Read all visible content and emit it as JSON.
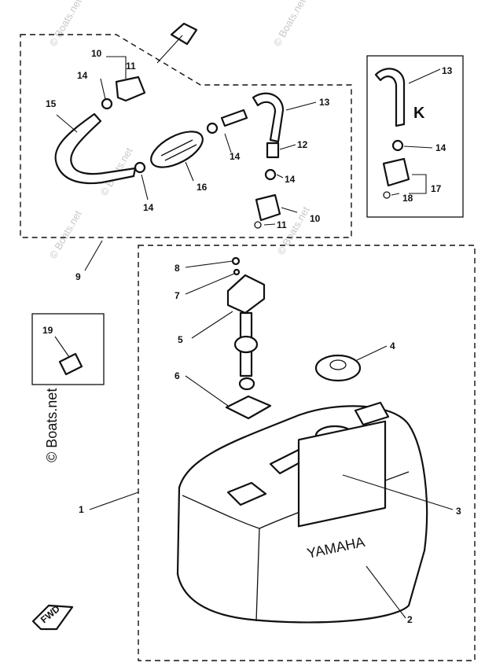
{
  "callouts": {
    "c1": "1",
    "c2": "2",
    "c3": "3",
    "c4": "4",
    "c5": "5",
    "c6": "6",
    "c7": "7",
    "c8": "8",
    "c9": "9",
    "c10a": "10",
    "c10b": "10",
    "c11a": "11",
    "c11b": "11",
    "c12": "12",
    "c13a": "13",
    "c13b": "13",
    "c14a": "14",
    "c14b": "14",
    "c14c": "14",
    "c14d": "14",
    "c14e": "14",
    "c15": "15",
    "c16": "16",
    "c17": "17",
    "c18": "18",
    "c19": "19"
  },
  "inset_letter": "K",
  "fwd_label": "FWD",
  "tank_badge": "YAMAHA",
  "watermarks": {
    "wm1": "© Boats.net",
    "wm2": "© Boats.net",
    "wm3": "© Boats.net",
    "wm4": "© Boats.net",
    "wm5": "© Boats.net",
    "wm6": "© Boats.net",
    "wm_main": "© Boats.net"
  }
}
